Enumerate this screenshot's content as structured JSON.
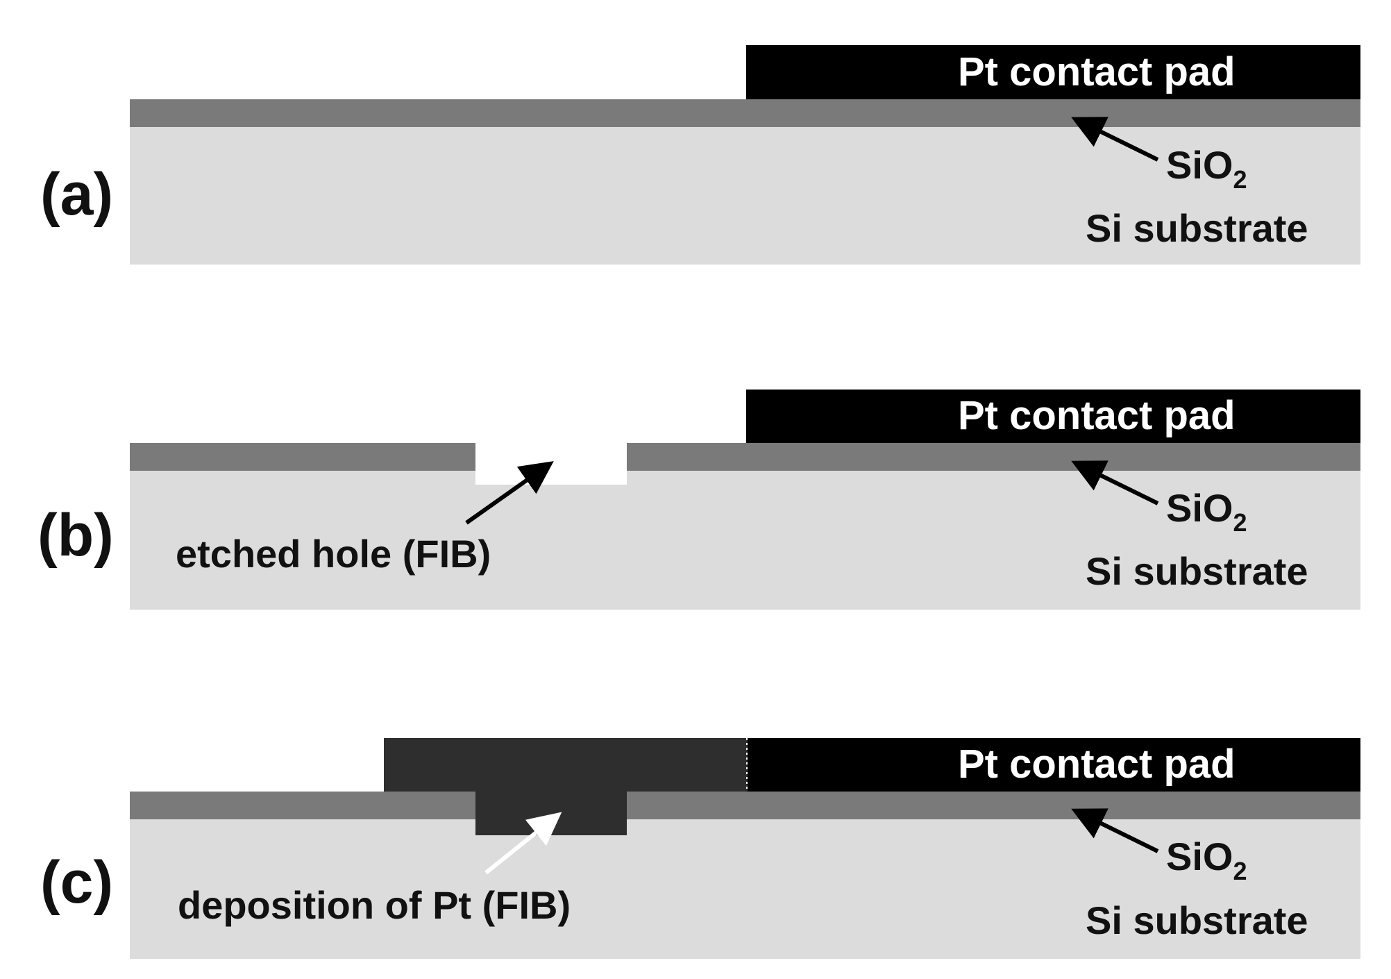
{
  "panels": [
    {
      "letter": "(a)",
      "pad_label": "Pt contact pad",
      "oxide_label": "SiO",
      "oxide_subscript": "2",
      "substrate_label": "Si substrate"
    },
    {
      "letter": "(b)",
      "pad_label": "Pt contact pad",
      "oxide_label": "SiO",
      "oxide_subscript": "2",
      "substrate_label": "Si substrate",
      "feature_label": "etched hole (FIB)"
    },
    {
      "letter": "(c)",
      "pad_label": "Pt contact pad",
      "oxide_label": "SiO",
      "oxide_subscript": "2",
      "substrate_label": "Si substrate",
      "feature_label": "deposition of Pt (FIB)"
    }
  ],
  "colors": {
    "substrate": "#dcdcdc",
    "oxide": "#7a7a7a",
    "pad": "#000000",
    "deposited_pt": "#2e2e2e",
    "hole": "#ffffff",
    "arrow_dark": "#000000",
    "arrow_light": "#ffffff"
  }
}
